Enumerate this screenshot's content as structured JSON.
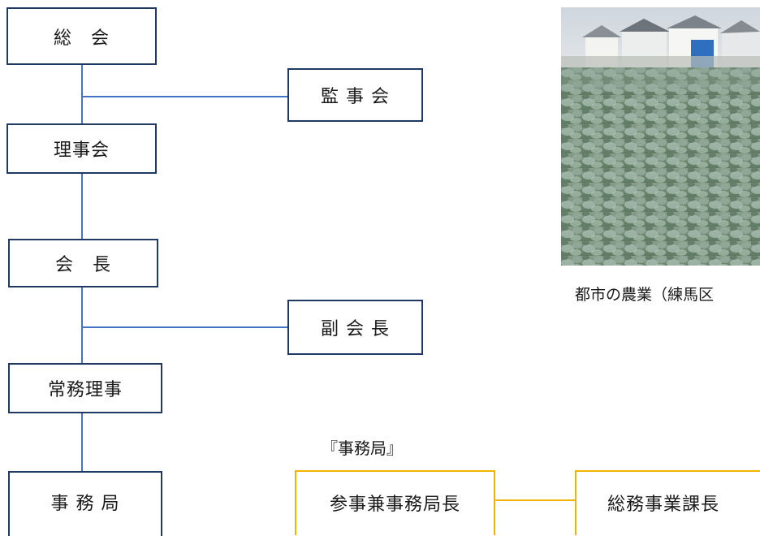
{
  "org_chart": {
    "general_meeting": "総　会",
    "auditors": "監 事 会",
    "board": "理事会",
    "president": "会　長",
    "vice_president": "副 会 長",
    "executive_director": "常務理事",
    "secretariat": "事 務 局"
  },
  "secretariat_chart": {
    "label": "『事務局』",
    "secretary_general": "参事兼事務局長",
    "general_affairs_manager": "総務事業課長"
  },
  "photo": {
    "caption": "都市の農業（練馬区",
    "colors": {
      "sky": "#d9dde2",
      "field": "#6f8a6f",
      "leaf": "#9fb5a8"
    }
  },
  "colors": {
    "box_border": "#1f3864",
    "connector": "#4472c4",
    "secretariat_border": "#f0b400"
  }
}
